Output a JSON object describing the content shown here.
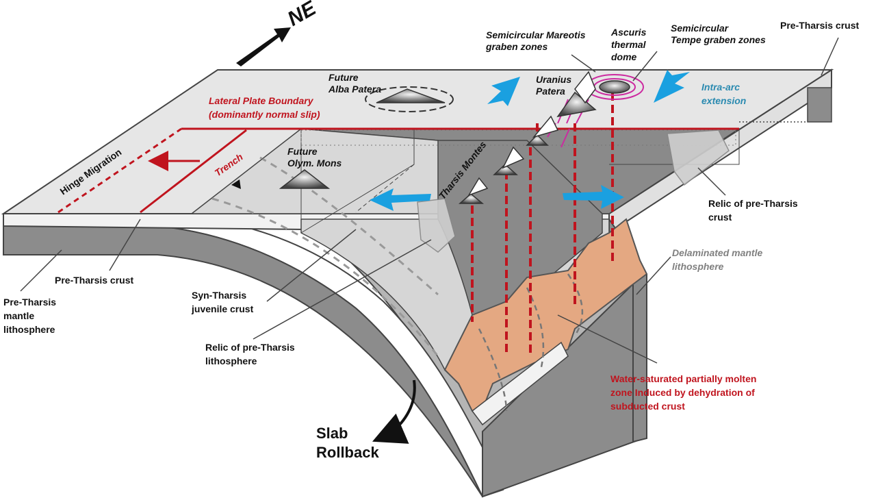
{
  "north": {
    "label": "NE"
  },
  "labels": {
    "hinge_migration": "Hinge Migration",
    "trench": "Trench",
    "lateral_boundary_line1": "Lateral Plate Boundary",
    "lateral_boundary_line2": "(dominantly normal slip)",
    "future_alba_line1": "Future",
    "future_alba_line2": "Alba Patera",
    "future_olym_line1": "Future",
    "future_olym_line2": "Olym. Mons",
    "tharsis_montes": "Tharsis Montes",
    "uranius_line1": "Uranius",
    "uranius_line2": "Patera",
    "mareotis_line1": "Semicircular Mareotis",
    "mareotis_line2": "graben zones",
    "ascuris_line1": "Ascuris",
    "ascuris_line2": "thermal",
    "ascuris_line3": "dome",
    "tempe_line1": "Semicircular",
    "tempe_line2": "Tempe graben zones",
    "pre_tharsis_crust_top": "Pre-Tharsis crust",
    "intra_arc_line1": "Intra-arc",
    "intra_arc_line2": "extension",
    "relic_crust_line1": "Relic of pre-Tharsis",
    "relic_crust_line2": "crust",
    "delaminated_line1": "Delaminated mantle",
    "delaminated_line2": "lithosphere",
    "pre_tharsis_crust_left": "Pre-Tharsis crust",
    "pre_tharsis_mantle_line1": "Pre-Tharsis",
    "pre_tharsis_mantle_line2": "mantle",
    "pre_tharsis_mantle_line3": "lithosphere",
    "syn_tharsis_line1": "Syn-Tharsis",
    "syn_tharsis_line2": "juvenile crust",
    "relic_litho_line1": "Relic of pre-Tharsis",
    "relic_litho_line2": "lithosphere",
    "water_line1": "Water-saturated partially molten",
    "water_line2": "zone Induced by dehydration of",
    "water_line3": "subducted crust",
    "slab_line1": "Slab",
    "slab_line2": "Rollback"
  },
  "colors": {
    "plate_top": "#e6e6e6",
    "dark_gray": "#8c8c8c",
    "mid_gray": "#b5b5b5",
    "molten_zone": "#e4a882",
    "boundary_red": "#c0141e",
    "arrow_blue": "#1aa0e0",
    "graben_magenta": "#cc2aa0",
    "intra_arc_teal": "#2a8ab0",
    "label_gray": "#808080"
  }
}
